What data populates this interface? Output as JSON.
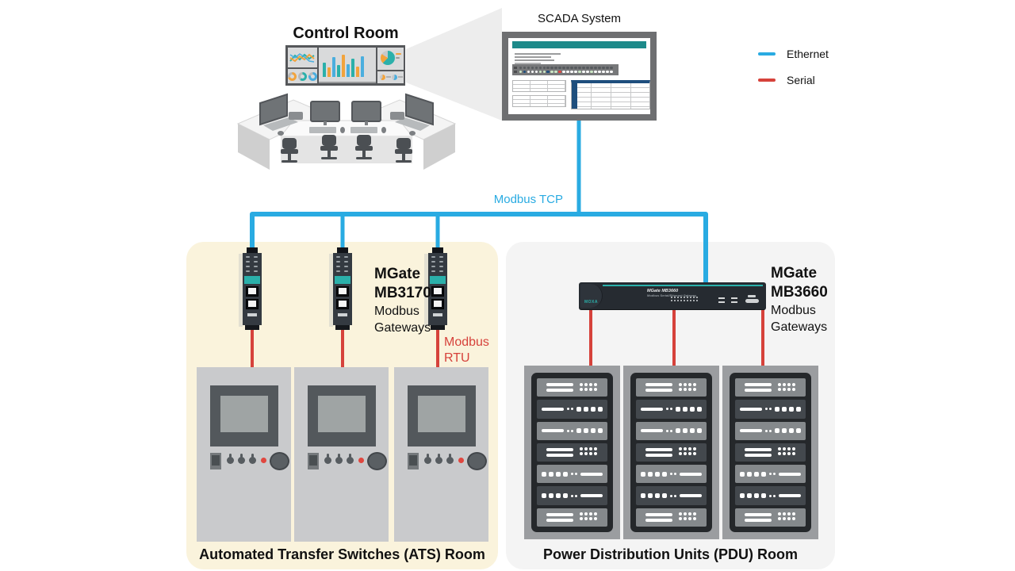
{
  "legend": {
    "items": [
      {
        "label": "Ethernet",
        "color": "#29abe2"
      },
      {
        "label": "Serial",
        "color": "#d6423b"
      }
    ]
  },
  "control_room": {
    "title": "Control Room"
  },
  "scada": {
    "title": "SCADA System",
    "led_top_count": 24,
    "led_colors": [
      "g",
      "n",
      "w",
      "w",
      "w",
      "g",
      "g",
      "n",
      "g",
      "g",
      "r",
      "w",
      "w",
      "w",
      "w",
      "g",
      "w",
      "w",
      "g",
      "w",
      "w",
      "w",
      "w",
      "w"
    ],
    "led_palette": {
      "w": "#ffffff",
      "g": "#cde9c6",
      "n": "#1e4e7d",
      "r": "#e0453e"
    }
  },
  "network": {
    "tcp_label": "Modbus TCP",
    "rtu_line1": "Modbus",
    "rtu_line2": "RTU"
  },
  "gateways": {
    "mb3170": {
      "line1": "MGate",
      "line2": "MB3170",
      "line3": "Modbus",
      "line4": "Gateways"
    },
    "mb3660": {
      "line1": "MGate",
      "line2": "MB3660",
      "line3": "Modbus",
      "line4": "Gateways",
      "brand": "MOXA",
      "device_text": "MGate MB3660",
      "device_sub": "Modbus Serial/Ethernet Gateway"
    }
  },
  "rooms": {
    "ats": {
      "label": "Automated Transfer Switches (ATS) Room",
      "bg": "#faf3dc"
    },
    "pdu": {
      "label": "Power Distribution Units (PDU) Room",
      "bg": "#f4f4f4"
    }
  },
  "rack_pattern": [
    "A",
    "B",
    "B",
    "A",
    "C",
    "C",
    "A"
  ],
  "colors": {
    "ethernet": "#29abe2",
    "serial": "#d6423b",
    "teal": "#2bb0aa",
    "scada_header": "#1d8a8a",
    "navy": "#1e4e7d",
    "orange": "#f2a33c",
    "chart_blue": "#4aaede"
  }
}
